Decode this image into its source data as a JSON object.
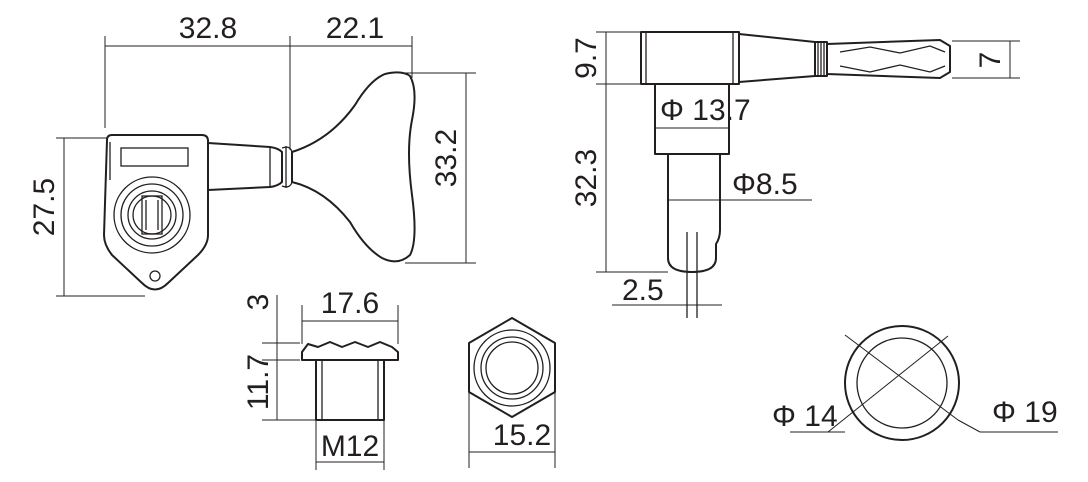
{
  "diagram": {
    "side_view": {
      "width_body": "32.8",
      "width_shaft": "22.1",
      "button_height": "33.2",
      "body_height": "27.5"
    },
    "front_view": {
      "housing_height": "9.7",
      "post_height": "32.3",
      "housing_diameter": "Φ 13.7",
      "post_diameter": "Φ8.5",
      "slot_width": "2.5",
      "gear_tip": "7"
    },
    "nut_side": {
      "flange_thickness": "3",
      "flange_width": "17.6",
      "bushing_height": "11.7",
      "thread": "M12"
    },
    "nut_top": {
      "across_flats": "15.2"
    },
    "washer": {
      "inner_diameter": "Φ 14",
      "outer_diameter": "Φ 19"
    }
  }
}
